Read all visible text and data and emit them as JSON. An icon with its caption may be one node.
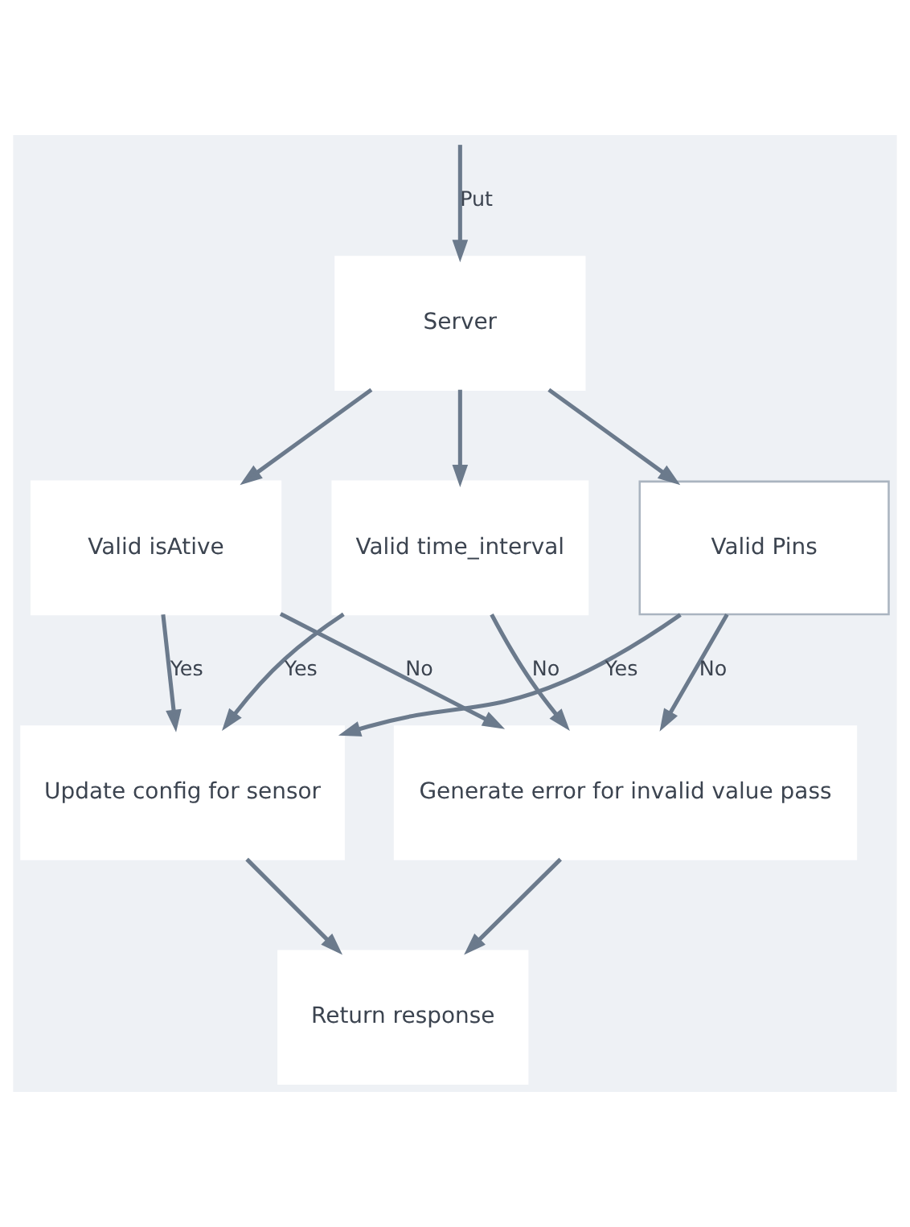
{
  "diagram": {
    "nodes": [
      {
        "text": [
          "Server"
        ]
      },
      {
        "text": [
          "Valid isAtive"
        ]
      },
      {
        "text": [
          "Valid Pins"
        ]
      },
      {
        "text": [
          "Valid time_interval"
        ]
      },
      {
        "text": [
          "Generate error for invalid value pass"
        ]
      },
      {
        "text": [
          "Update config for sensor"
        ]
      },
      {
        "text": [
          "Return response"
        ]
      }
    ],
    "edges": [
      {
        "from": null,
        "to": 0,
        "arrow": "to",
        "label": "Put"
      },
      {
        "from": 0,
        "to": 1,
        "arrow": "to"
      },
      {
        "from": 0,
        "to": 2,
        "arrow": "to"
      },
      {
        "from": 0,
        "to": 3,
        "arrow": "to"
      },
      {
        "from": 1,
        "to": 4,
        "arrow": "to",
        "label": "No"
      },
      {
        "from": 1,
        "to": 5,
        "arrow": "to",
        "label": "Yes"
      },
      {
        "from": 2,
        "to": 4,
        "arrow": "to",
        "label": "No"
      },
      {
        "from": 2,
        "to": 5,
        "arrow": "to",
        "label": "Yes"
      },
      {
        "from": 3,
        "to": 4,
        "arrow": "to",
        "label": "No"
      },
      {
        "from": 3,
        "to": 5,
        "arrow": "to",
        "label": "Yes"
      },
      {
        "from": 4,
        "to": 6,
        "arrow": "to"
      },
      {
        "from": 5,
        "to": 6,
        "arrow": "to"
      }
    ]
  }
}
